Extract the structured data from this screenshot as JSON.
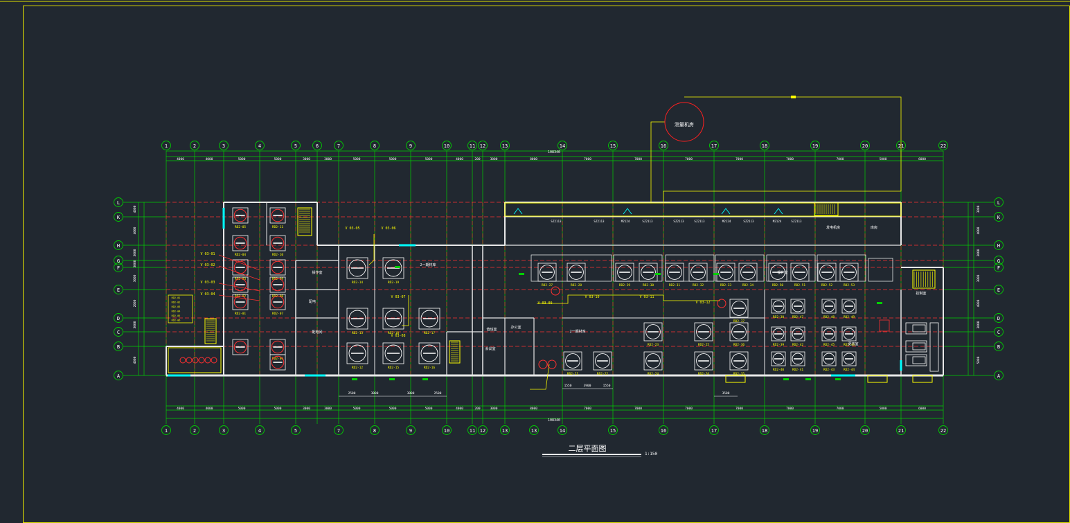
{
  "drawing": {
    "title": "二层平面图",
    "scale": "1:150",
    "total_length": "108340"
  },
  "grid": {
    "cols": [
      {
        "label": "1",
        "span": "4000"
      },
      {
        "label": "2",
        "span": "4000"
      },
      {
        "label": "3",
        "span": "5000"
      },
      {
        "label": "4",
        "span": "5000"
      },
      {
        "label": "5",
        "span": "3000"
      },
      {
        "label": "6",
        "span": "3000"
      },
      {
        "label": "7",
        "span": "5000"
      },
      {
        "label": "8",
        "span": "5000"
      },
      {
        "label": "9",
        "span": "5000"
      },
      {
        "label": "10",
        "span": "4000"
      },
      {
        "label": "11",
        "span": "200"
      },
      {
        "label": "12",
        "span": "3000"
      },
      {
        "label": "13",
        "span": "8000"
      },
      {
        "label": "14",
        "span": "7000"
      },
      {
        "label": "15",
        "span": "7000"
      },
      {
        "label": "16",
        "span": "7000"
      },
      {
        "label": "17",
        "span": "7000"
      },
      {
        "label": "18",
        "span": "7000"
      },
      {
        "label": "19",
        "span": "7000"
      },
      {
        "label": "20",
        "span": "5000"
      },
      {
        "label": "21",
        "span": "6000"
      },
      {
        "label": "22",
        "span": ""
      }
    ],
    "bottom_col_labels": [
      "1",
      "2",
      "3",
      "4",
      "5",
      "7",
      "8",
      "9",
      "10",
      "11",
      "12",
      "13",
      "13",
      "14",
      "15",
      "16",
      "17",
      "18",
      "19",
      "20",
      "21",
      "22"
    ],
    "rows": [
      {
        "label": "L"
      },
      {
        "label": "K"
      },
      {
        "label": "H"
      },
      {
        "label": "G"
      },
      {
        "label": "F"
      },
      {
        "label": "E"
      },
      {
        "label": "D"
      },
      {
        "label": "C"
      },
      {
        "label": "B"
      },
      {
        "label": "A"
      }
    ],
    "left_dims": [
      "4000",
      "4000",
      "3000",
      "3000",
      "3000",
      "2000",
      "3000",
      "4000"
    ],
    "right_dims": [
      "3000",
      "4000",
      "3000",
      "3000",
      "4000",
      "3000",
      "5000"
    ],
    "bottom_dims": [
      "2500",
      "3000",
      "3000",
      "2500",
      "1550",
      "3900",
      "1550",
      "3500"
    ]
  },
  "rooms": [
    {
      "label": "操作室"
    },
    {
      "label": "配电"
    },
    {
      "label": "配电间"
    },
    {
      "label": "2一期材库"
    },
    {
      "label": "2一期材库"
    },
    {
      "label": "操作室"
    },
    {
      "label": "办公室"
    },
    {
      "label": "值班室"
    },
    {
      "label": "会议室"
    },
    {
      "label": "控制室"
    },
    {
      "label": "更衣室"
    },
    {
      "label": "库房"
    },
    {
      "label": "发电机房"
    }
  ],
  "units_top": [
    "RD2-27",
    "RD2-28",
    "RD2-29",
    "RD2-30",
    "RD2-31",
    "RD2-32",
    "RD2-33",
    "RD2-34",
    "RD2-50",
    "RD2-51",
    "RD2-52",
    "RD2-53"
  ],
  "units_left": [
    "RD2-05",
    "RD2-04",
    "RD2-03",
    "RD2-02",
    "RD2-01",
    "RD2-11",
    "RD2-10",
    "RD2-09",
    "RD2-08",
    "RD2-07",
    "RD2-06"
  ],
  "units_mid": [
    "RD2-14",
    "RD2-13",
    "RD2-12",
    "RD2-15",
    "RD2-16",
    "RD2-17",
    "RD2-18",
    "RD2-19"
  ],
  "units_right": [
    "RD2-21",
    "RD2-22",
    "RD2-23",
    "RD2-24",
    "RD2-25",
    "RD2-26",
    "RD2-35",
    "RD2-36",
    "RD2-37",
    "RD2-38",
    "RD2-39",
    "RD2-40",
    "RD2-41",
    "RD2-42",
    "RD2-43",
    "RD2-44",
    "RD2-45",
    "RD2-46",
    "RD2-47",
    "RD2-48",
    "RD2-49"
  ],
  "valve_tags": [
    "V 03-01",
    "V 03-02",
    "V 03-03",
    "V 03-04",
    "V 03-05",
    "V 03-06",
    "V 03-07",
    "V 03-08",
    "V 03-09",
    "V 03-10",
    "V 03-11",
    "V 03-12"
  ],
  "door_tags": [
    "SZ2113",
    "SZ2113",
    "M2124",
    "SZ2113",
    "SZ2113",
    "SZ2113",
    "M2124",
    "SZ2113",
    "M2124",
    "SZ2113"
  ],
  "circle_note": "测量机房",
  "colors": {
    "background": "#212830",
    "grid": "#00d000",
    "wall": "#e8e8e8",
    "axis": "#ff3030",
    "annotation": "#ffff00",
    "equipment": "#ffffff",
    "door": "#00ffff",
    "tag": "#ff3030"
  }
}
